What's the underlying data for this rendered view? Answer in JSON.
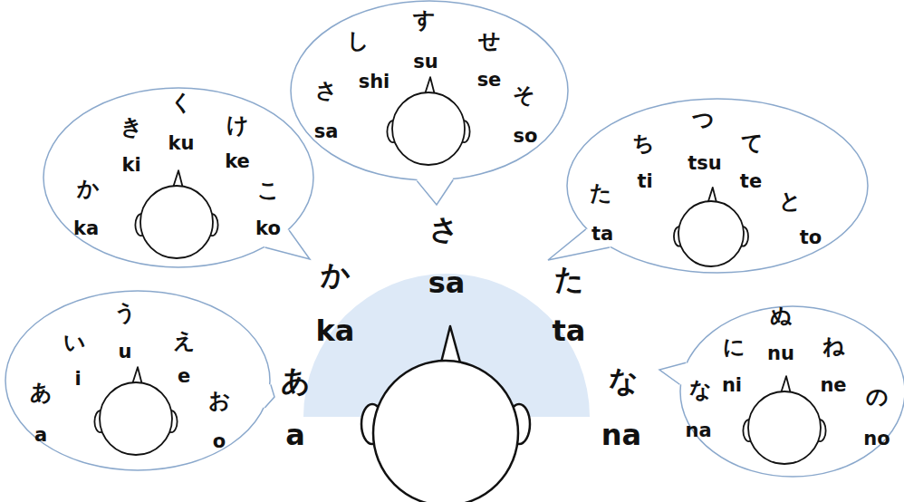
{
  "diagram": {
    "nodes": [
      {
        "text": [
          "さ",
          "sa",
          "し",
          "shi",
          "す",
          "su",
          "せ",
          "se",
          "そ",
          "so"
        ]
      },
      {
        "text": [
          "か",
          "ka",
          "き",
          "ki",
          "く",
          "ku",
          "け",
          "ke",
          "こ",
          "ko"
        ]
      },
      {
        "text": [
          "た",
          "ta",
          "ち",
          "ti",
          "つ",
          "tsu",
          "て",
          "te",
          "と",
          "to"
        ]
      },
      {
        "text": [
          "あ",
          "a",
          "い",
          "i",
          "う",
          "u",
          "え",
          "e",
          "お",
          "o"
        ]
      },
      {
        "text": [
          "な",
          "na",
          "に",
          "ni",
          "ぬ",
          "nu",
          "ね",
          "ne",
          "の",
          "no"
        ]
      }
    ],
    "labels": [
      "さ",
      "sa",
      "か",
      "ka",
      "た",
      "ta",
      "あ",
      "a",
      "な",
      "na"
    ]
  }
}
